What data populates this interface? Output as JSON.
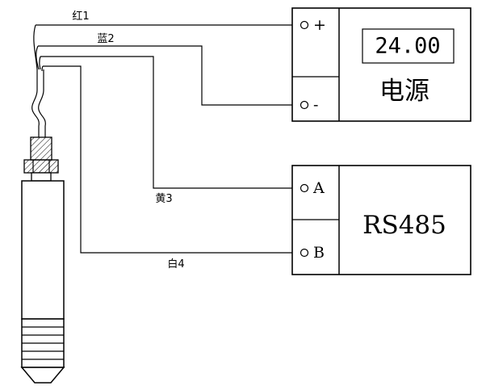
{
  "colors": {
    "line": "#000000",
    "background": "#ffffff"
  },
  "wires": [
    {
      "name": "red",
      "label": "红1"
    },
    {
      "name": "blue",
      "label": "蓝2"
    },
    {
      "name": "yellow",
      "label": "黄3"
    },
    {
      "name": "white",
      "label": "白4"
    }
  ],
  "power_supply": {
    "terminal_plus": "+",
    "terminal_minus": "-",
    "display_value": "24.00",
    "label": "电源"
  },
  "rs485": {
    "terminal_a": "A",
    "terminal_b": "B",
    "label": "RS485"
  }
}
